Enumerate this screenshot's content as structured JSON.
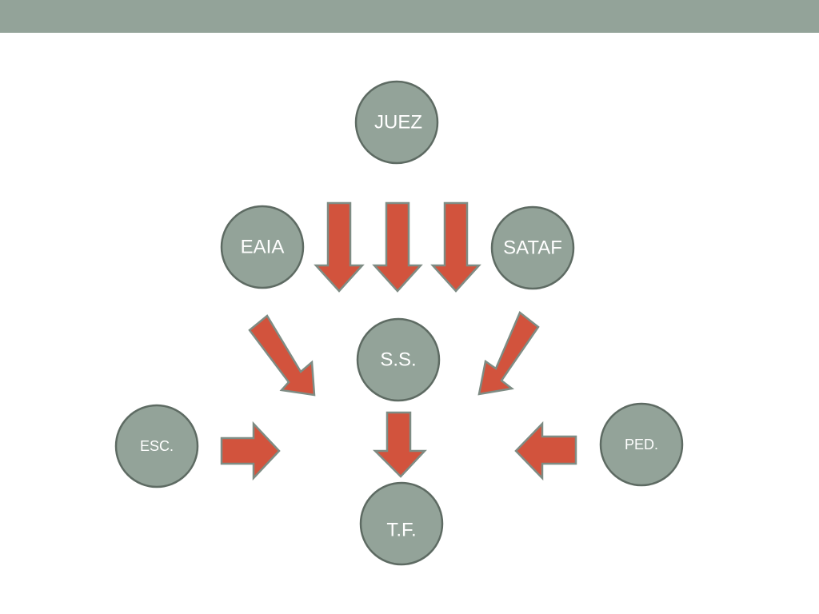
{
  "colors": {
    "top_bar": "#93a399",
    "node_fill": "#93a399",
    "node_stroke": "#5e6b63",
    "arrow_fill": "#d2533d",
    "arrow_stroke": "#7e8c84",
    "label_text": "#ffffff"
  },
  "nodes": {
    "juez": "JUEZ",
    "eaia": "EAIA",
    "sataf": "SATAF",
    "ss": "S.S.",
    "esc": "ESC.",
    "ped": "PED.",
    "tf": "T.F."
  }
}
